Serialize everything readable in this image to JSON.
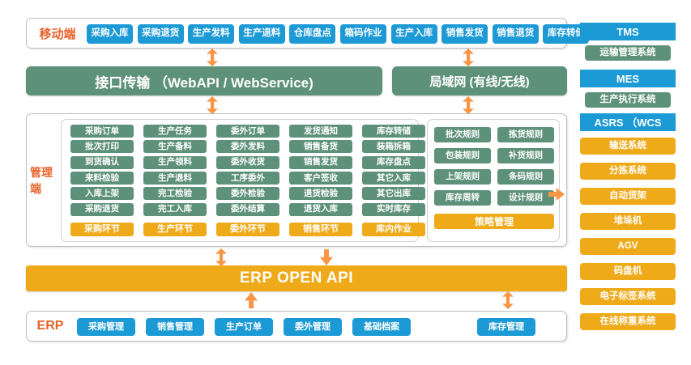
{
  "colors": {
    "blue": "#1C9AD6",
    "green": "#5E9179",
    "orange": "#EFAA1A",
    "arrow_orange": "#F79646",
    "label_orange": "#E8622C"
  },
  "mobile": {
    "label": "移动端",
    "buttons": [
      "采购入库",
      "采购退货",
      "生产发料",
      "生产退料",
      "仓库盘点",
      "箱码作业",
      "生产入库",
      "销售发货",
      "销售退货",
      "库存转储"
    ]
  },
  "transport": {
    "interface_label": "接口传输 （WebAPI / WebService)",
    "lan_label": "局域网 (有线/无线)"
  },
  "management": {
    "label": "管理端",
    "columns": [
      {
        "footer": "采购环节",
        "items": [
          "采购订单",
          "批次打印",
          "到货确认",
          "来料检验",
          "入库上架",
          "采购退货"
        ]
      },
      {
        "footer": "生产环节",
        "items": [
          "生产任务",
          "生产备料",
          "生产领料",
          "生产退料",
          "完工检验",
          "完工入库"
        ]
      },
      {
        "footer": "委外环节",
        "items": [
          "委外订单",
          "委外发料",
          "委外收货",
          "工序委外",
          "委外检验",
          "委外结算"
        ]
      },
      {
        "footer": "销售环节",
        "items": [
          "发货通知",
          "销售备货",
          "销售发货",
          "客户签收",
          "退货检验",
          "退货入库"
        ]
      },
      {
        "footer": "库内作业",
        "items": [
          "库存转储",
          "装箱拆箱",
          "库存盘点",
          "其它入库",
          "其它出库",
          "实时库存"
        ]
      }
    ],
    "rules": {
      "footer": "策略管理",
      "items": [
        "批次规则",
        "拣货规则",
        "包装规则",
        "补货规则",
        "上架规则",
        "条码规则",
        "库存周转",
        "设计规则"
      ]
    }
  },
  "erp_api": {
    "label": "ERP  OPEN API"
  },
  "erp": {
    "label": "ERP",
    "buttons": [
      "采购管理",
      "销售管理",
      "生产订单",
      "委外管理",
      "基础档案"
    ],
    "right_button": "库存管理"
  },
  "right_column": {
    "systems": [
      {
        "head": "TMS",
        "sub": "运输管理系统"
      },
      {
        "head": "MES",
        "sub": "生产执行系统"
      }
    ],
    "wcs_head": "ASRS  （WCS",
    "wcs_items": [
      "输送系统",
      "分拣系统",
      "自动货架",
      "堆垛机",
      "AGV",
      "码盘机",
      "电子标签系统",
      "在线称重系统"
    ]
  }
}
